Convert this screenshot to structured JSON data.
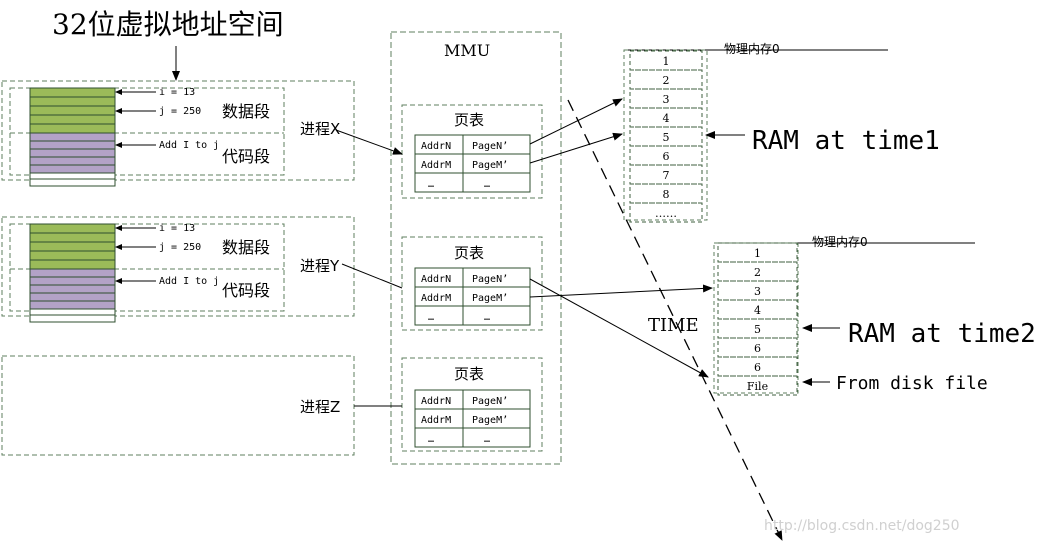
{
  "title": "32位虚拟地址空间",
  "mmu": {
    "label": "MMU",
    "time_label": "TIME"
  },
  "processes": [
    {
      "label": "进程X",
      "data_segment": "数据段",
      "code_segment": "代码段",
      "var_i": "i = 13",
      "var_j": "j = 250",
      "code": "Add I to j"
    },
    {
      "label": "进程Y",
      "data_segment": "数据段",
      "code_segment": "代码段",
      "var_i": "i = 13",
      "var_j": "j = 250",
      "code": "Add I to j"
    },
    {
      "label": "进程Z"
    }
  ],
  "page_tables": [
    {
      "title": "页表",
      "rows": [
        [
          "AddrN",
          "PageN’"
        ],
        [
          "AddrM",
          "PageM’"
        ],
        [
          "…",
          "…"
        ]
      ]
    },
    {
      "title": "页表",
      "rows": [
        [
          "AddrN",
          "PageN’"
        ],
        [
          "AddrM",
          "PageM’"
        ],
        [
          "…",
          "…"
        ]
      ]
    },
    {
      "title": "页表",
      "rows": [
        [
          "AddrN",
          "PageN’"
        ],
        [
          "AddrM",
          "PageM’"
        ],
        [
          "…",
          "…"
        ]
      ]
    }
  ],
  "ram1": {
    "header": "物理内存0",
    "label": "RAM at time1",
    "slots": [
      "1",
      "2",
      "3",
      "4",
      "5",
      "6",
      "7",
      "8",
      "……"
    ]
  },
  "ram2": {
    "header": "物理内存0",
    "label": "RAM at time2",
    "slots": [
      "1",
      "2",
      "3",
      "4",
      "5",
      "6",
      "6",
      "File"
    ],
    "disk_label": "From disk file"
  },
  "watermark": "http://blog.csdn.net/dog250",
  "colors": {
    "data": "#9bbb59",
    "code": "#b3a2c7",
    "line": "#5f7f5f",
    "text": "#000000"
  }
}
